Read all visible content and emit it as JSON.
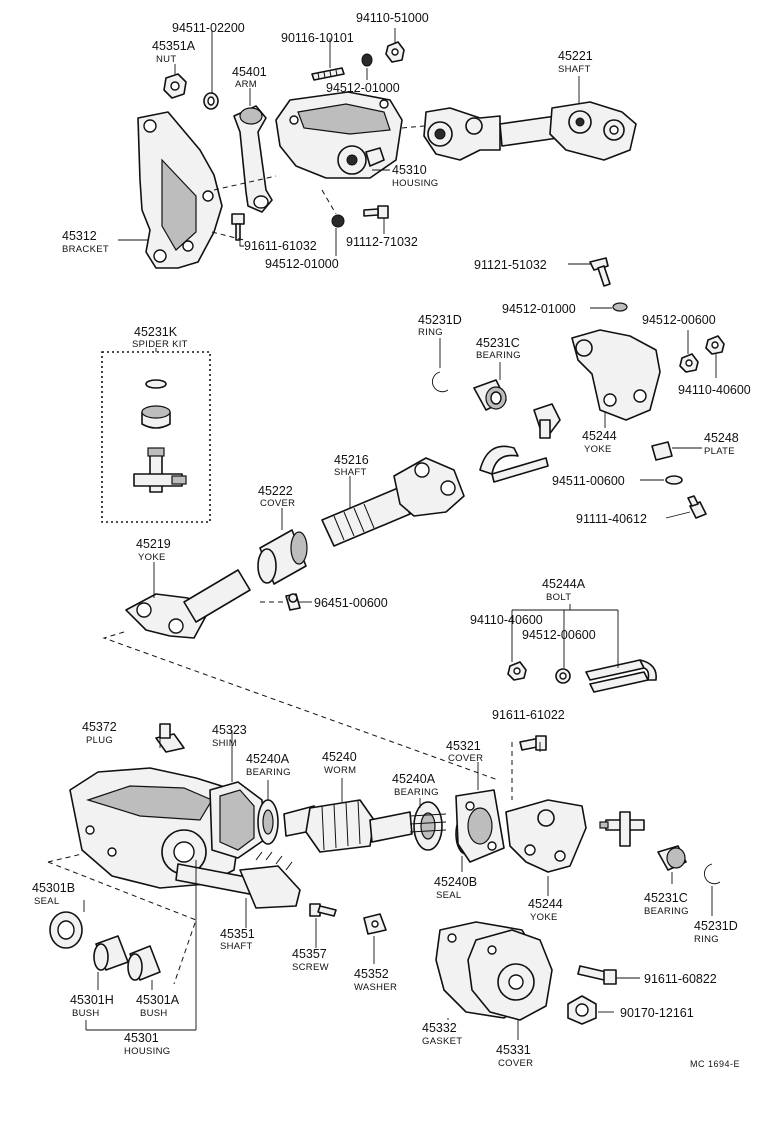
{
  "labels": {
    "p94511_02200": "94511-02200",
    "p94110_51000": "94110-51000",
    "p90116_10101": "90116-10101",
    "p45351A": "45351A",
    "nut": "NUT",
    "p45221": "45221",
    "shaft": "SHAFT",
    "p45401": "45401",
    "arm": "ARM",
    "p94512_01000": "94512-01000",
    "p45310": "45310",
    "housing": "HOUSING",
    "p45312": "45312",
    "bracket": "BRACKET",
    "p91611_61032": "91611-61032",
    "p91112_71032": "91112-71032",
    "p91121_51032": "91121-51032",
    "p45231K": "45231K",
    "spider_kit": "SPIDER KIT",
    "p45231D": "45231D",
    "ring": "RING",
    "p45231C": "45231C",
    "bearing": "BEARING",
    "p94512_00600": "94512-00600",
    "p94110_40600": "94110-40600",
    "p45244": "45244",
    "yoke": "YOKE",
    "p45248": "45248",
    "plate": "PLATE",
    "p45216": "45216",
    "p94511_00600": "94511-00600",
    "p45222": "45222",
    "cover": "COVER",
    "p91111_40612": "91111-40612",
    "p45219": "45219",
    "p96451_00600": "96451-00600",
    "p45244A": "45244A",
    "bolt": "BOLT",
    "p45372": "45372",
    "plug": "PLUG",
    "p45323": "45323",
    "shim": "SHIM",
    "p45240A": "45240A",
    "p45240": "45240",
    "worm": "WORM",
    "p45321": "45321",
    "p91611_61022": "91611-61022",
    "p45240B": "45240B",
    "seal": "SEAL",
    "p45301B": "45301B",
    "p45351": "45351",
    "p45357": "45357",
    "screw": "SCREW",
    "p45352": "45352",
    "washer": "WASHER",
    "p45301H": "45301H",
    "p45301A": "45301A",
    "bush": "BUSH",
    "p45301": "45301",
    "p45332": "45332",
    "gasket": "GASKET",
    "p45331": "45331",
    "p91611_60822": "91611-60822",
    "p90170_12161": "90170-12161",
    "code": "MC 1694-E"
  }
}
